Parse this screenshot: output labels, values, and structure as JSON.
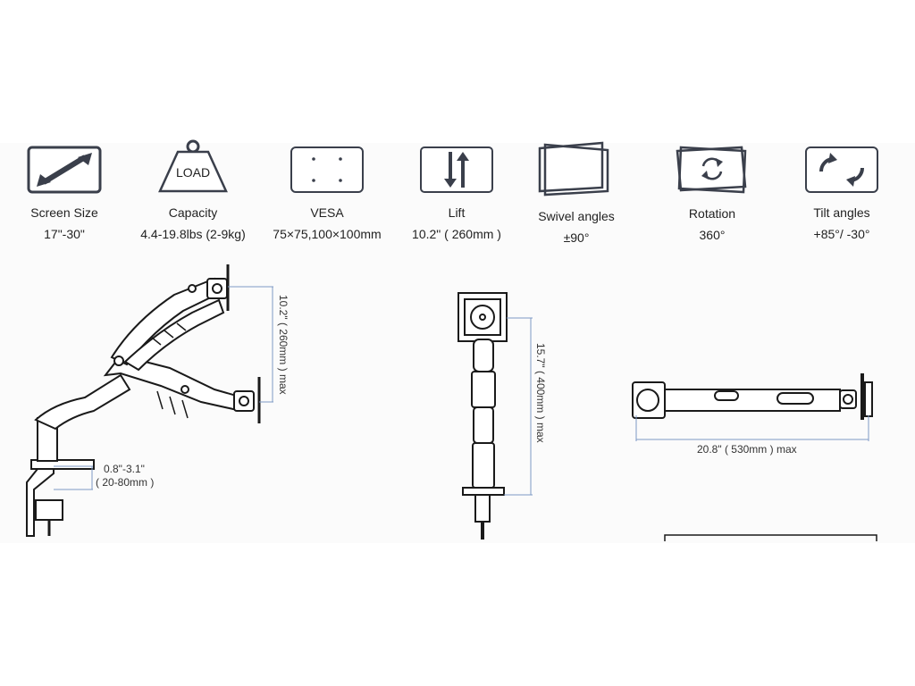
{
  "specs": [
    {
      "icon": "diagonal-arrow-icon",
      "label": "Screen Size",
      "value": "17\"-30\""
    },
    {
      "icon": "load-weight-icon",
      "label": "Capacity",
      "value": "4.4-19.8lbs (2-9kg)",
      "icon_text": "LOAD"
    },
    {
      "icon": "vesa-plate-icon",
      "label": "VESA",
      "value": "75×75,100×100mm"
    },
    {
      "icon": "lift-arrows-icon",
      "label": "Lift",
      "value": "10.2\" ( 260mm )"
    },
    {
      "icon": "swivel-screens-icon",
      "label": "Swivel angles",
      "value": "±90°"
    },
    {
      "icon": "rotation-icon",
      "label": "Rotation",
      "value": "360°"
    },
    {
      "icon": "tilt-icon",
      "label": "Tilt angles",
      "value": "+85°/  -30°"
    }
  ],
  "dimensions": {
    "lift_range": "10.2\" ( 260mm ) max",
    "clamp_line1": "0.8\"-3.1\"",
    "clamp_line2": "( 20-80mm )",
    "height": "15.7\" ( 400mm ) max",
    "reach": "20.8\" ( 530mm ) max"
  },
  "colors": {
    "icon_fill": "#3a3f4b",
    "line": "#7e9ac4",
    "stroke": "#1a1a1a"
  }
}
